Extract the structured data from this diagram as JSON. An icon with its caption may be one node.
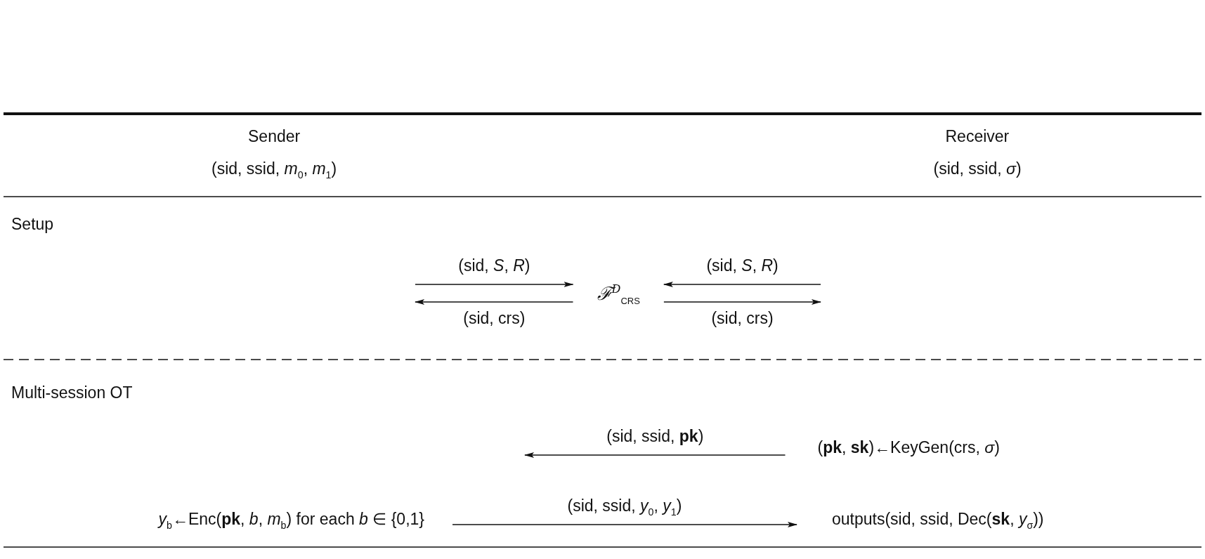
{
  "diagram": {
    "nodes": [
      {
        "text": [
          "ℱ$^{D}$$_{CRS}$"
        ]
      },
      {
        "text": [
          "(**pk**, **sk**)←KeyGen(crs, *σ*)"
        ]
      },
      {
        "text": [
          "*y*$_{b}$←Enc(**pk**, *b*, *m*$_{b}$) for each *b* ∈ {0,1}"
        ]
      },
      {
        "text": [
          "outputs(sid, ssid, Dec(**sk**, *y*$_{σ}$))"
        ]
      }
    ],
    "edges": [
      {
        "from": null,
        "to": 0,
        "arrow": "to",
        "label": "(sid, *S*, *R*)"
      },
      {
        "from": 0,
        "to": null,
        "arrow": "to",
        "label": "(sid, crs)"
      },
      {
        "from": null,
        "to": 0,
        "arrow": "to",
        "label": "(sid, *S*, *R*)"
      },
      {
        "from": 0,
        "to": null,
        "arrow": "to",
        "label": "(sid, crs)"
      },
      {
        "from": 1,
        "to": null,
        "arrow": "to",
        "label": "(sid, ssid, **pk**)"
      },
      {
        "from": 2,
        "to": 3,
        "arrow": "to",
        "label": "(sid, ssid, *y*$_{0}$, *y*$_{1}$)"
      }
    ],
    "labels": [
      "Sender",
      "(sid, ssid, *m*$_{0}$, *m*$_{1}$)",
      "Receiver",
      "(sid, ssid, *σ*)",
      "Setup",
      "Multi-session OT"
    ]
  }
}
